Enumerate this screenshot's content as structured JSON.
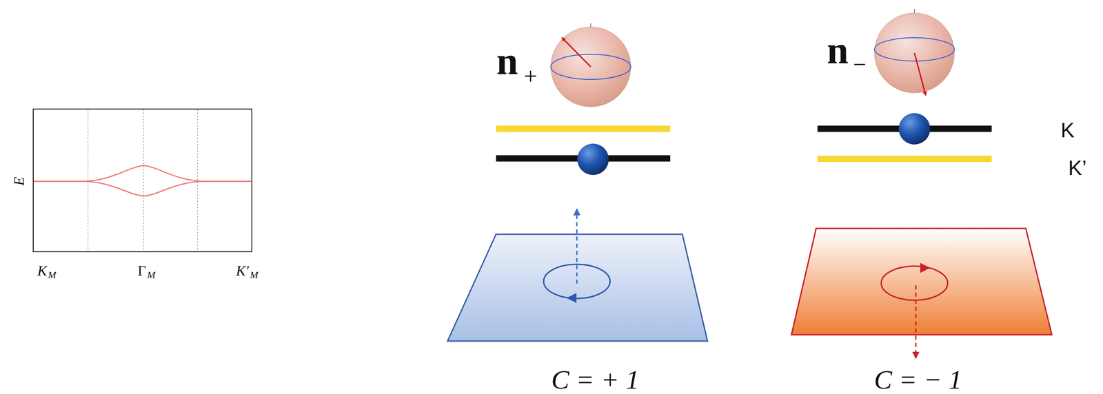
{
  "diagram": {
    "labels": [
      "E",
      "K",
      "M",
      "Γ",
      "M",
      "K′",
      "M",
      "n",
      "+",
      "n",
      "−",
      "K",
      "K’",
      "C = + 1",
      "C = − 1"
    ]
  }
}
